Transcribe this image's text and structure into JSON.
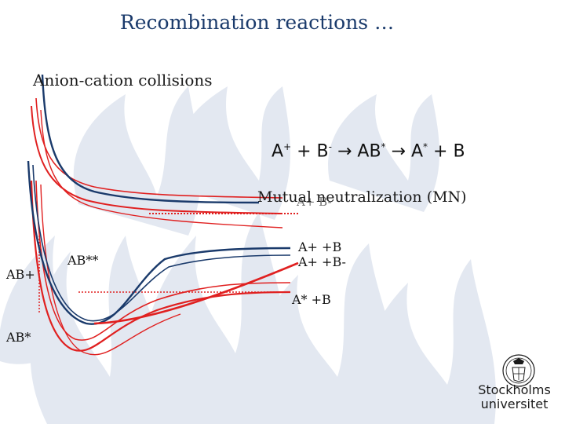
{
  "slide": {
    "title": "Recombination reactions …",
    "subtitle": "Anion-cation collisions",
    "process_label": "Mutual neutralization (MN)",
    "process_under_label": "A+ B-",
    "equation": {
      "part1": "A",
      "sup1": "+",
      "part2": " + B",
      "sup2": "-",
      "arrow1": " → AB",
      "sup3": "*",
      "arrow2": " → A",
      "sup4": "*",
      "part3": " + B"
    }
  },
  "curve_labels": {
    "ab_plus": "AB+",
    "ab_double_star": "AB**",
    "ab_star": "AB*",
    "a_plus_b": "A+ +B",
    "a_plus_b_minus": "A+ +B-",
    "a_star_b": "A* +B"
  },
  "logo": {
    "line1": "Stockholms",
    "line2": "universitet"
  },
  "colors": {
    "navy": "#1a3a6b",
    "red": "#e02020",
    "watermark": "#dfe5ef"
  }
}
